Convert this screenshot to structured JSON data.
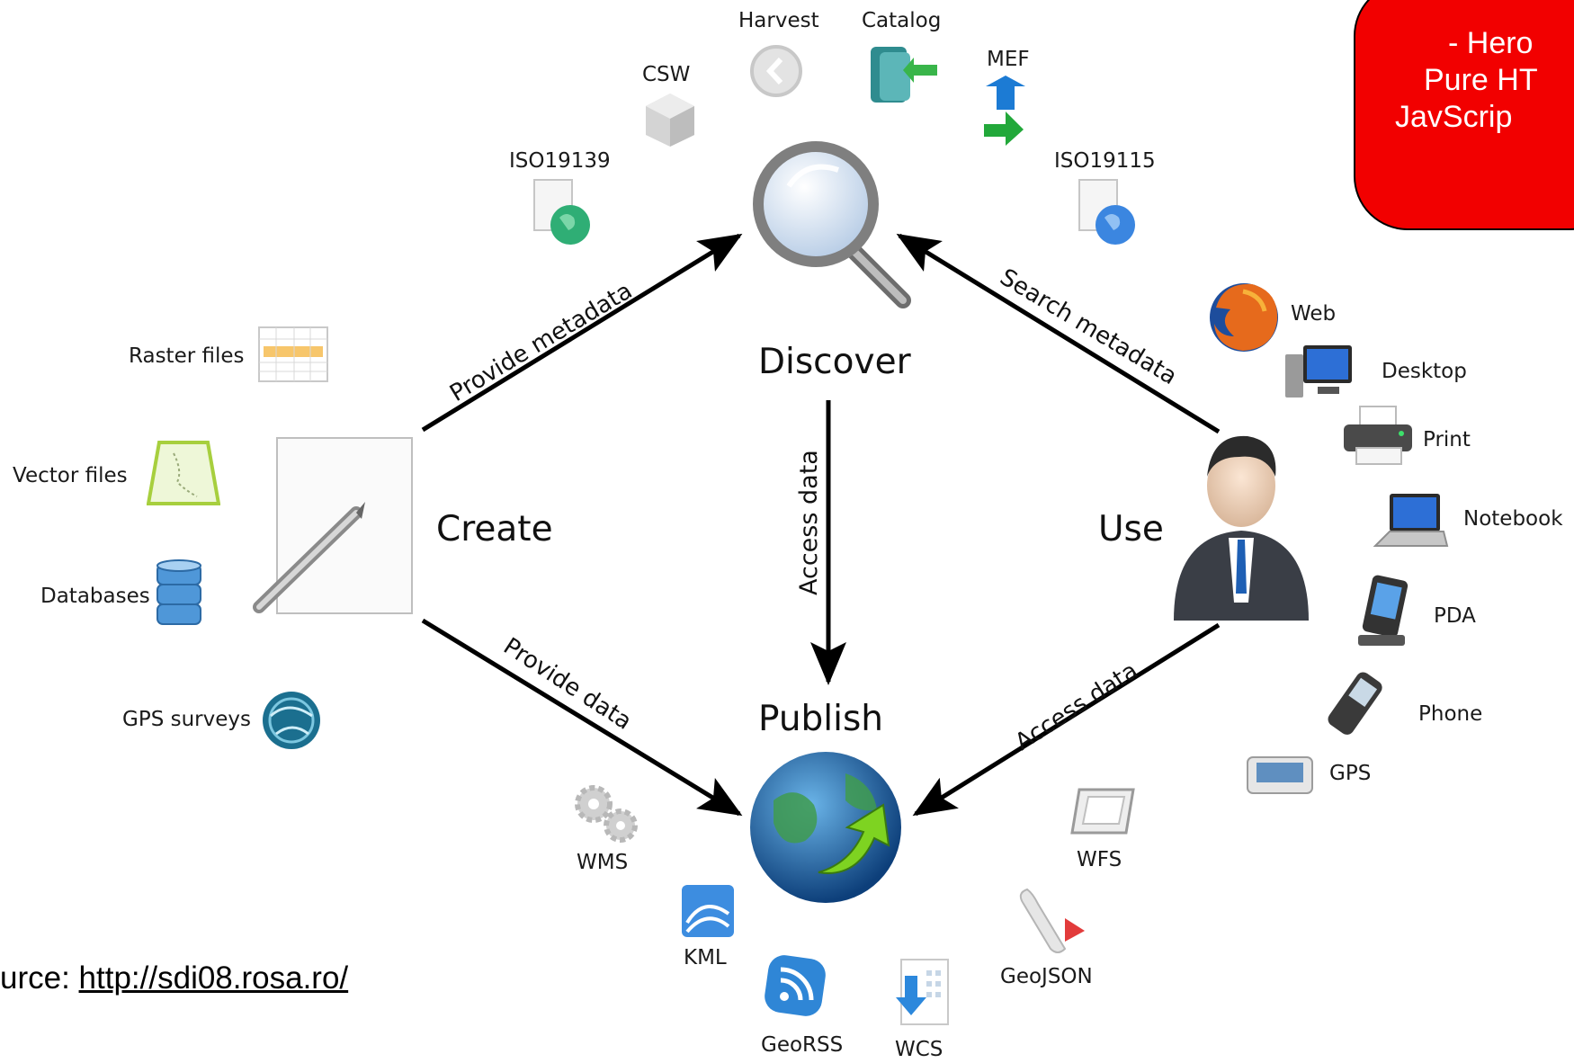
{
  "callout": {
    "lines": [
      "- Hero",
      "Pure HT",
      "JavScrip"
    ]
  },
  "source": {
    "prefix": "urce: ",
    "link": "http://sdi08.rosa.ro/"
  },
  "nodes": {
    "discover": "Discover",
    "create": "Create",
    "use": "Use",
    "publish": "Publish"
  },
  "edges": {
    "provide_metadata": "Provide metadata",
    "search_metadata": "Search metadata",
    "access_data_center": "Access data",
    "provide_data": "Provide data",
    "access_data_right": "Access data"
  },
  "standards_top": {
    "harvest": "Harvest",
    "catalog": "Catalog",
    "csw": "CSW",
    "mef": "MEF",
    "iso19139": "ISO19139",
    "iso19115": "ISO19115"
  },
  "create_sources": {
    "raster": "Raster files",
    "vector": "Vector files",
    "databases": "Databases",
    "gps_surveys": "GPS surveys"
  },
  "clients": {
    "web": "Web",
    "desktop": "Desktop",
    "print": "Print",
    "notebook": "Notebook",
    "pda": "PDA",
    "phone": "Phone",
    "gps": "GPS"
  },
  "services": {
    "wms": "WMS",
    "kml": "KML",
    "georss": "GeoRSS",
    "wcs": "WCS",
    "wfs": "WFS",
    "geojson": "GeoJSON"
  }
}
